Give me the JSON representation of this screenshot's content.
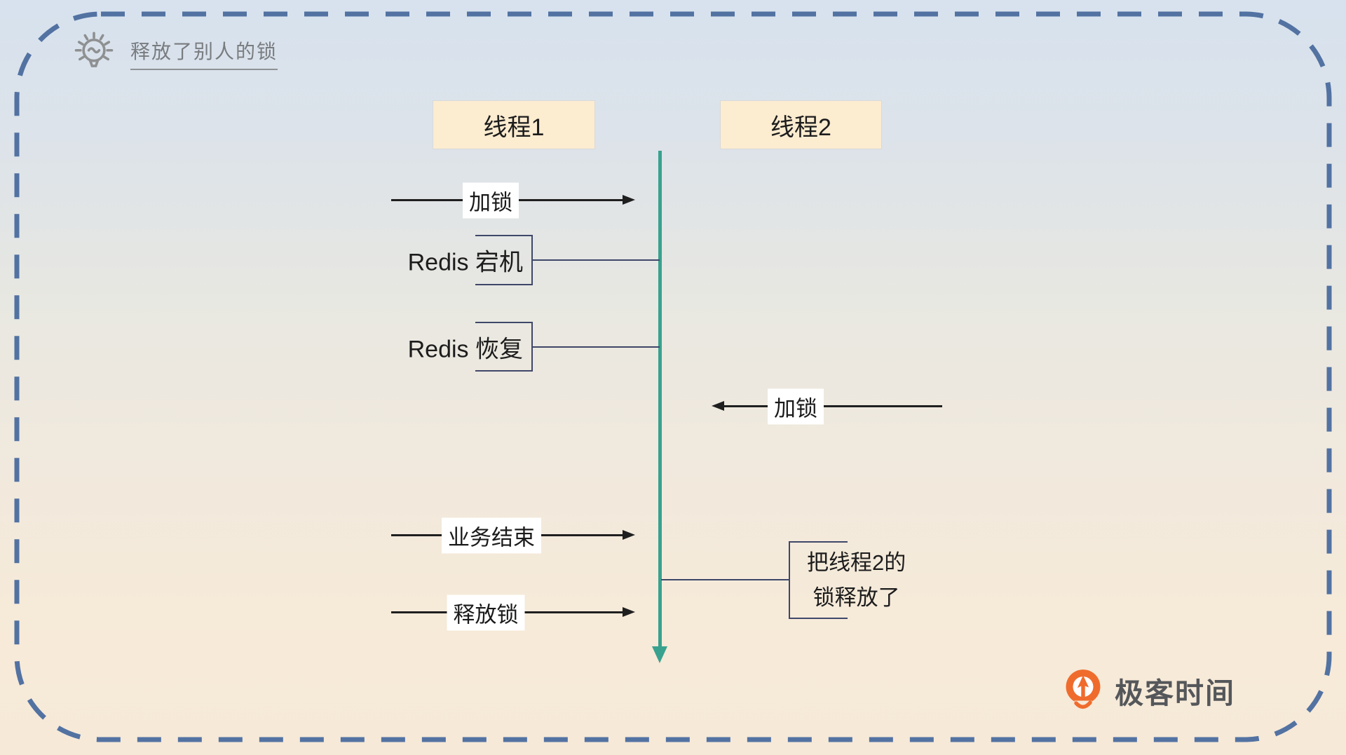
{
  "header": {
    "title": "释放了别人的锁"
  },
  "threads": {
    "thread1": "线程1",
    "thread2": "线程2"
  },
  "events": {
    "thread1_lock": "加锁",
    "redis_down": "Redis 宕机",
    "redis_recover": "Redis 恢复",
    "thread2_lock": "加锁",
    "business_end": "业务结束",
    "release_lock": "释放锁",
    "note_line1": "把线程2的",
    "note_line2": "锁释放了"
  },
  "brand": {
    "name": "极客时间"
  },
  "icons": {
    "header_icon": "lightbulb-icon",
    "brand_icon": "geektime-logo-icon"
  },
  "colors": {
    "timeline_teal": "#39a28f",
    "connector_navy": "#3f4769",
    "frame_dash_blue": "#5272a2",
    "thread_box_fill": "#fcecd0",
    "brand_orange": "#ef6c2d",
    "bg_top": "#d7e2ee",
    "bg_bottom": "#f6e9d8"
  }
}
